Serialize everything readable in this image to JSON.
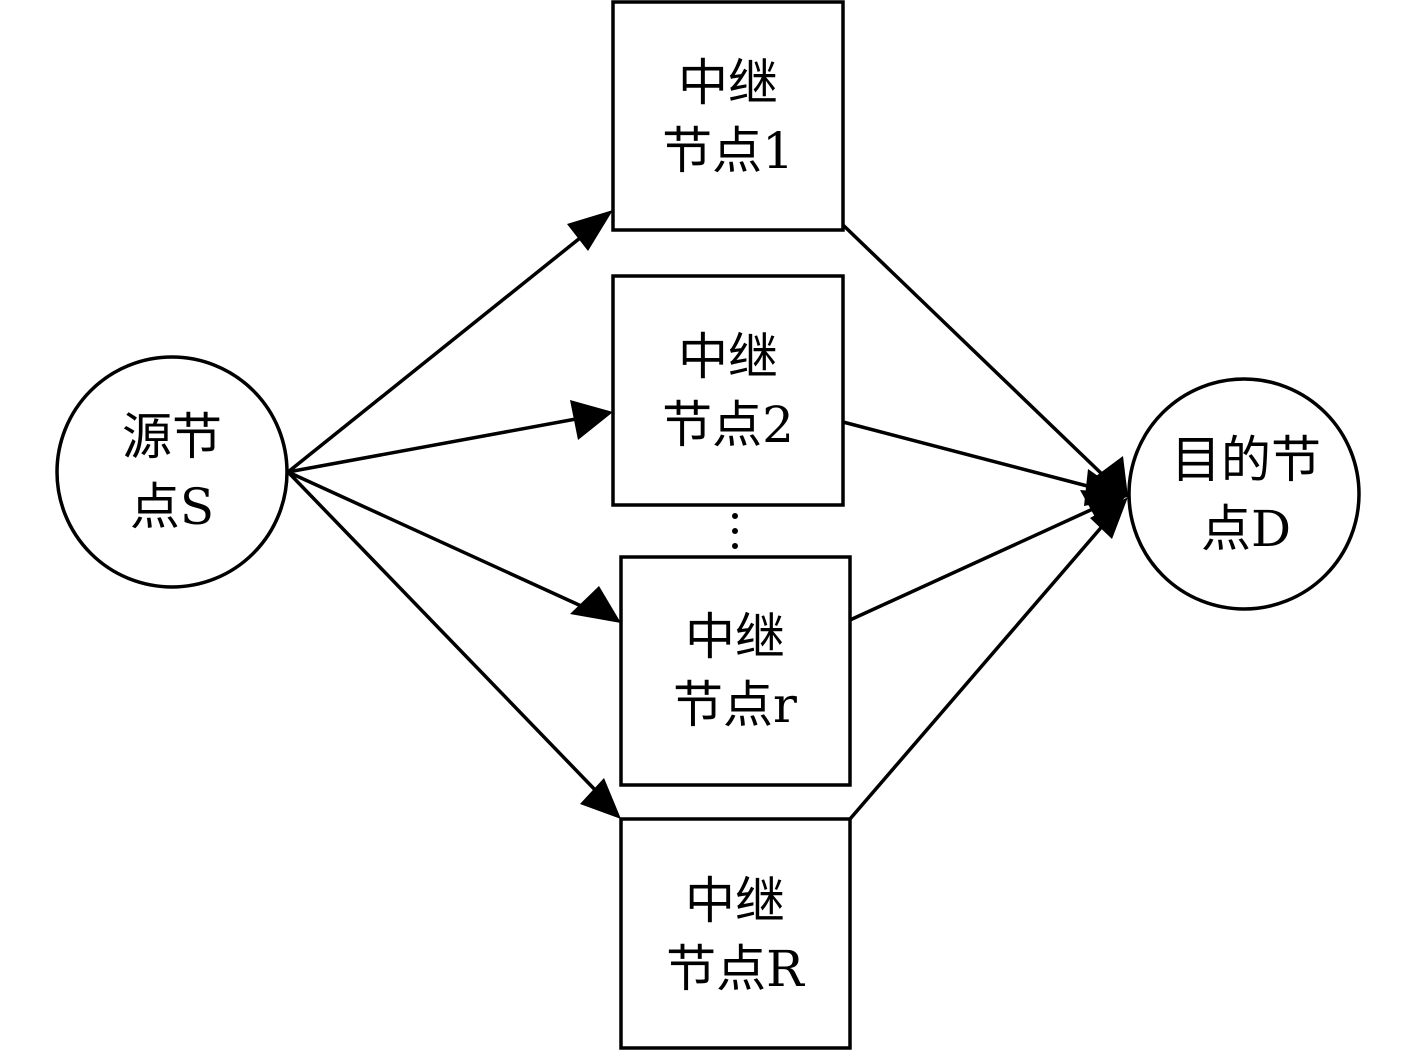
{
  "diagram": {
    "source": {
      "line1": "源节",
      "line2": "点S"
    },
    "destination": {
      "line1": "目的节",
      "line2": "点D"
    },
    "relays": [
      {
        "line1": "中继",
        "line2": "节点1"
      },
      {
        "line1": "中继",
        "line2": "节点2"
      },
      {
        "line1": "中继",
        "line2": "节点r"
      },
      {
        "line1": "中继",
        "line2": "节点R"
      }
    ],
    "edges": [
      {
        "from": "source",
        "to": "relay-1"
      },
      {
        "from": "source",
        "to": "relay-2"
      },
      {
        "from": "source",
        "to": "relay-r"
      },
      {
        "from": "source",
        "to": "relay-R"
      },
      {
        "from": "relay-1",
        "to": "destination"
      },
      {
        "from": "relay-2",
        "to": "destination"
      },
      {
        "from": "relay-r",
        "to": "destination"
      },
      {
        "from": "relay-R",
        "to": "destination"
      }
    ],
    "colors": {
      "stroke": "#000000",
      "background": "#ffffff"
    }
  }
}
